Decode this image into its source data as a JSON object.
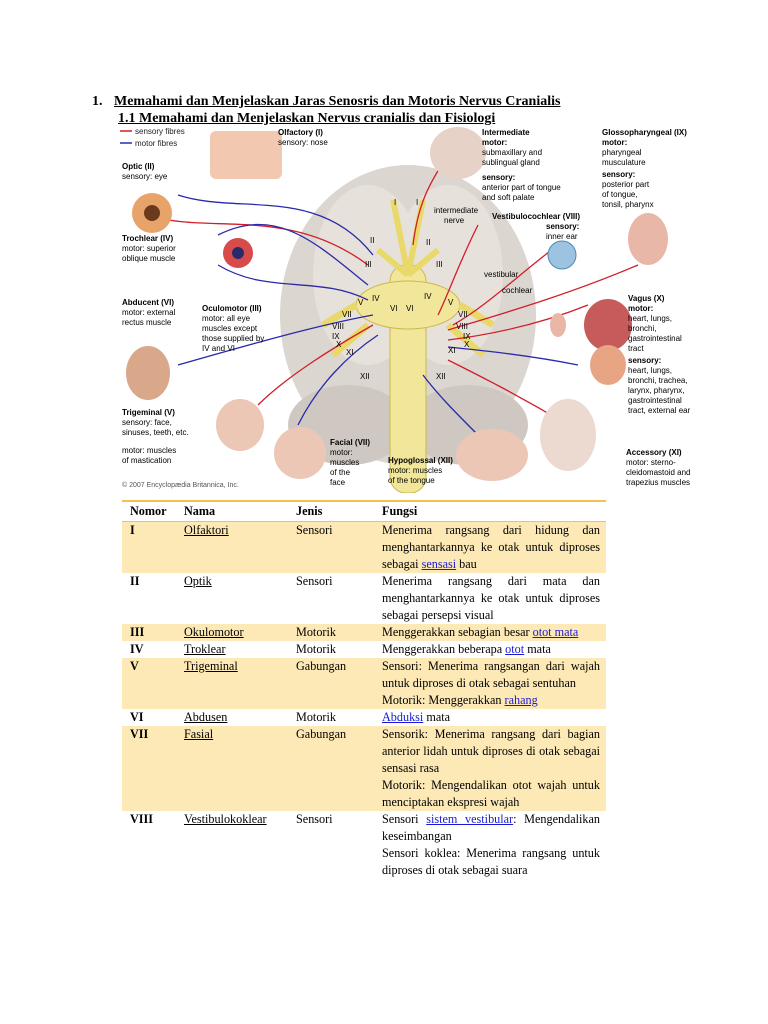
{
  "doc": {
    "heading1_num": "1.",
    "heading1_text": "Memahami dan Menjelaskan Jaras Senosris dan Motoris Nervus Cranialis",
    "heading2": "1.1  Memahami dan Menjelaskan Nervus cranialis dan Fisiologi"
  },
  "figure": {
    "legend_sensory": "sensory fibres",
    "legend_motor": "motor fibres",
    "copyright": "© 2007 Encyclopædia Britannica, Inc.",
    "labels": {
      "olfactory_title": "Olfactory (I)",
      "olfactory_sensory": "sensory: nose",
      "optic_title": "Optic (II)",
      "optic_sensory": "sensory: eye",
      "trochlear_title": "Trochlear (IV)",
      "trochlear_motor1": "motor: superior",
      "trochlear_motor2": "oblique muscle",
      "abducent_title": "Abducent (VI)",
      "abducent_motor1": "motor: external",
      "abducent_motor2": "rectus muscle",
      "oculomotor_title": "Oculomotor (III)",
      "oculomotor_1": "motor: all eye",
      "oculomotor_2": "muscles except",
      "oculomotor_3": "those supplied by",
      "oculomotor_4": "IV and VI",
      "trigeminal_title": "Trigeminal (V)",
      "trigeminal_1": "sensory: face,",
      "trigeminal_2": "sinuses, teeth, etc.",
      "trigeminal_3": "motor: muscles",
      "trigeminal_4": "of mastication",
      "facial_title": "Facial (VII)",
      "facial_1": "motor:",
      "facial_2": "muscles",
      "facial_3": "of the",
      "facial_4": "face",
      "hypoglossal_title": "Hypoglossal (XII)",
      "hypoglossal_1": "motor: muscles",
      "hypoglossal_2": "of the tongue",
      "intermediate_title1": "Intermediate",
      "intermediate_title2": "motor:",
      "intermediate_1": "submaxillary and",
      "intermediate_2": "sublingual gland",
      "intermediate_3": "sensory:",
      "intermediate_4": "anterior part of tongue",
      "intermediate_5": "and soft palate",
      "intermediate_nerve1": "intermediate",
      "intermediate_nerve2": "nerve",
      "vestibulo_title": "Vestibulocochlear (VIII)",
      "vestibulo_1": "sensory:",
      "vestibulo_2": "inner ear",
      "vestibular": "vestibular",
      "cochlear": "cochlear",
      "glosso_title": "Glossopharyngeal (IX)",
      "glosso_1": "motor:",
      "glosso_2": "pharyngeal",
      "glosso_3": "musculature",
      "glosso_4": "sensory:",
      "glosso_5": "posterior part",
      "glosso_6": "of tongue,",
      "glosso_7": "tonsil, pharynx",
      "vagus_title": "Vagus (X)",
      "vagus_1": "motor:",
      "vagus_2": "heart, lungs,",
      "vagus_3": "bronchi,",
      "vagus_4": "gastrointestinal",
      "vagus_5": "tract",
      "vagus_6": "sensory:",
      "vagus_7": "heart, lungs,",
      "vagus_8": "bronchi, trachea,",
      "vagus_9": "larynx, pharynx,",
      "vagus_10": "gastrointestinal",
      "vagus_11": "tract, external ear",
      "accessory_title": "Accessory (XI)",
      "accessory_1": "motor: sterno-",
      "accessory_2": "cleidomastoid and",
      "accessory_3": "trapezius muscles"
    },
    "roman": [
      "I",
      "I",
      "II",
      "II",
      "III",
      "III",
      "IV",
      "IV",
      "V",
      "V",
      "VI",
      "VI",
      "VII",
      "VII",
      "VIII",
      "VIII",
      "IX",
      "IX",
      "X",
      "X",
      "XI",
      "XI",
      "XII",
      "XII"
    ]
  },
  "table": {
    "headers": [
      "Nomor",
      "Nama",
      "Jenis",
      "Fungsi"
    ],
    "rows": [
      {
        "nomor": "I",
        "nama": "Olfaktori",
        "jenis": "Sensori",
        "fungsi_a": "Menerima rangsang dari hidung dan menghantarkannya ke otak untuk diproses sebagai ",
        "fungsi_link": "sensasi",
        "fungsi_b": " bau"
      },
      {
        "nomor": "II",
        "nama": "Optik",
        "jenis": "Sensori",
        "fungsi_a": "Menerima rangsang dari mata dan menghantarkannya ke otak untuk diproses sebagai persepsi visual",
        "fungsi_link": "",
        "fungsi_b": ""
      },
      {
        "nomor": "III",
        "nama": "Okulomotor",
        "jenis": "Motorik",
        "fungsi_a": "Menggerakkan sebagian besar ",
        "fungsi_link": "otot mata",
        "fungsi_b": ""
      },
      {
        "nomor": "IV",
        "nama": "Troklear",
        "jenis": "Motorik",
        "fungsi_a": "Menggerakkan beberapa ",
        "fungsi_link": "otot",
        "fungsi_b": " mata"
      },
      {
        "nomor": "V",
        "nama": "Trigeminal",
        "jenis": "Gabungan",
        "fungsi_a": "Sensori: Menerima rangsangan dari wajah untuk diproses di otak sebagai sentuhan",
        "fungsi_a2": "Motorik: Menggerakkan ",
        "fungsi_link": "rahang",
        "fungsi_b": ""
      },
      {
        "nomor": "VI",
        "nama": "Abdusen",
        "jenis": "Motorik",
        "fungsi_a": "",
        "fungsi_link": "Abduksi",
        "fungsi_b": " mata"
      },
      {
        "nomor": "VII",
        "nama": "Fasial",
        "jenis": "Gabungan",
        "fungsi_a": "Sensorik: Menerima rangsang dari bagian anterior lidah untuk diproses di otak sebagai sensasi rasa",
        "fungsi_a2": "Motorik: Mengendalikan otot wajah untuk menciptakan ekspresi wajah",
        "fungsi_link": "",
        "fungsi_b": ""
      },
      {
        "nomor": "VIII",
        "nama": "Vestibulokoklear",
        "jenis": "Sensori",
        "fungsi_a": "Sensori ",
        "fungsi_link": "sistem vestibular",
        "fungsi_b": ": Mengendalikan keseimbangan",
        "fungsi_a2": "Sensori koklea: Menerima rangsang untuk diproses di otak sebagai suara"
      }
    ]
  }
}
